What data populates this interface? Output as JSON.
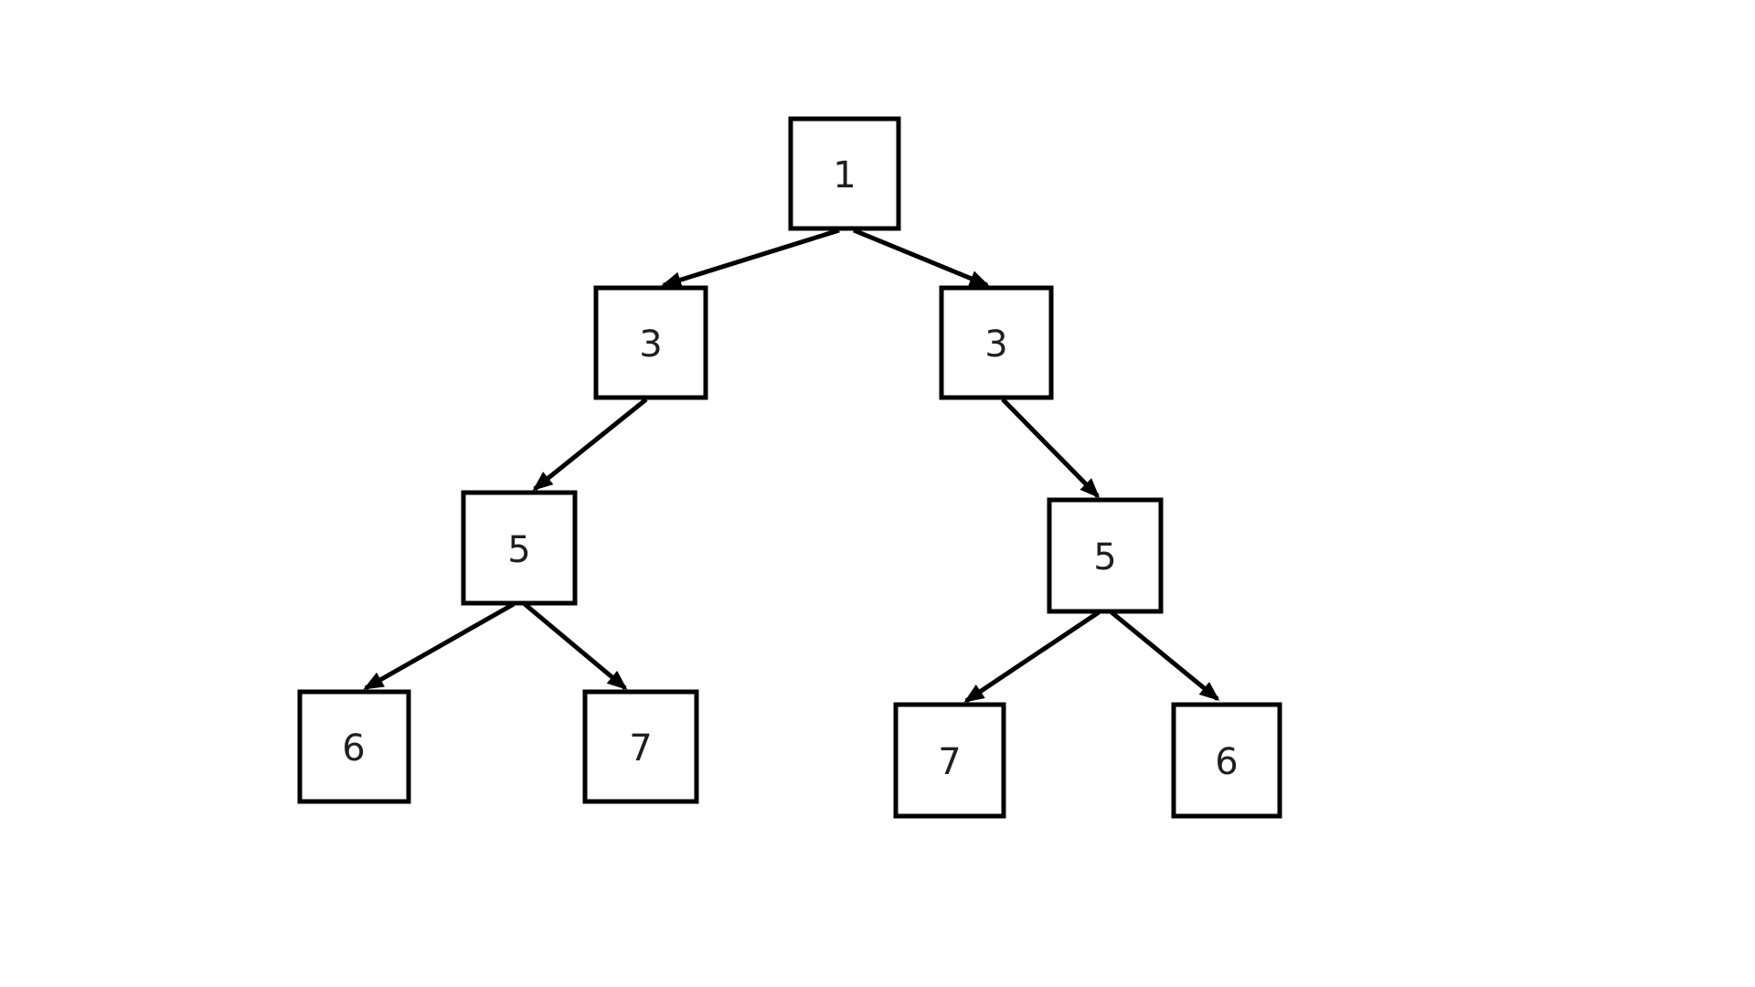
{
  "diagram": {
    "type": "binary-tree",
    "background_color": "#ffffff",
    "node_border_color": "#000000",
    "node_fill_color": "#ffffff",
    "edge_color": "#000000",
    "label_color": "#1f1f1f",
    "nodes": [
      {
        "id": "root",
        "label": "1",
        "level": 1
      },
      {
        "id": "left-3",
        "label": "3",
        "level": 2
      },
      {
        "id": "right-3",
        "label": "3",
        "level": 2
      },
      {
        "id": "left-5",
        "label": "5",
        "level": 3
      },
      {
        "id": "right-5",
        "label": "5",
        "level": 3
      },
      {
        "id": "left-6",
        "label": "6",
        "level": 4
      },
      {
        "id": "left-7",
        "label": "7",
        "level": 4
      },
      {
        "id": "right-7",
        "label": "7",
        "level": 4
      },
      {
        "id": "right-6",
        "label": "6",
        "level": 4
      }
    ],
    "edges": [
      {
        "from": "root",
        "to": "left-3"
      },
      {
        "from": "root",
        "to": "right-3"
      },
      {
        "from": "left-3",
        "to": "left-5"
      },
      {
        "from": "right-3",
        "to": "right-5"
      },
      {
        "from": "left-5",
        "to": "left-6"
      },
      {
        "from": "left-5",
        "to": "left-7"
      },
      {
        "from": "right-5",
        "to": "right-7"
      },
      {
        "from": "right-5",
        "to": "right-6"
      }
    ]
  }
}
